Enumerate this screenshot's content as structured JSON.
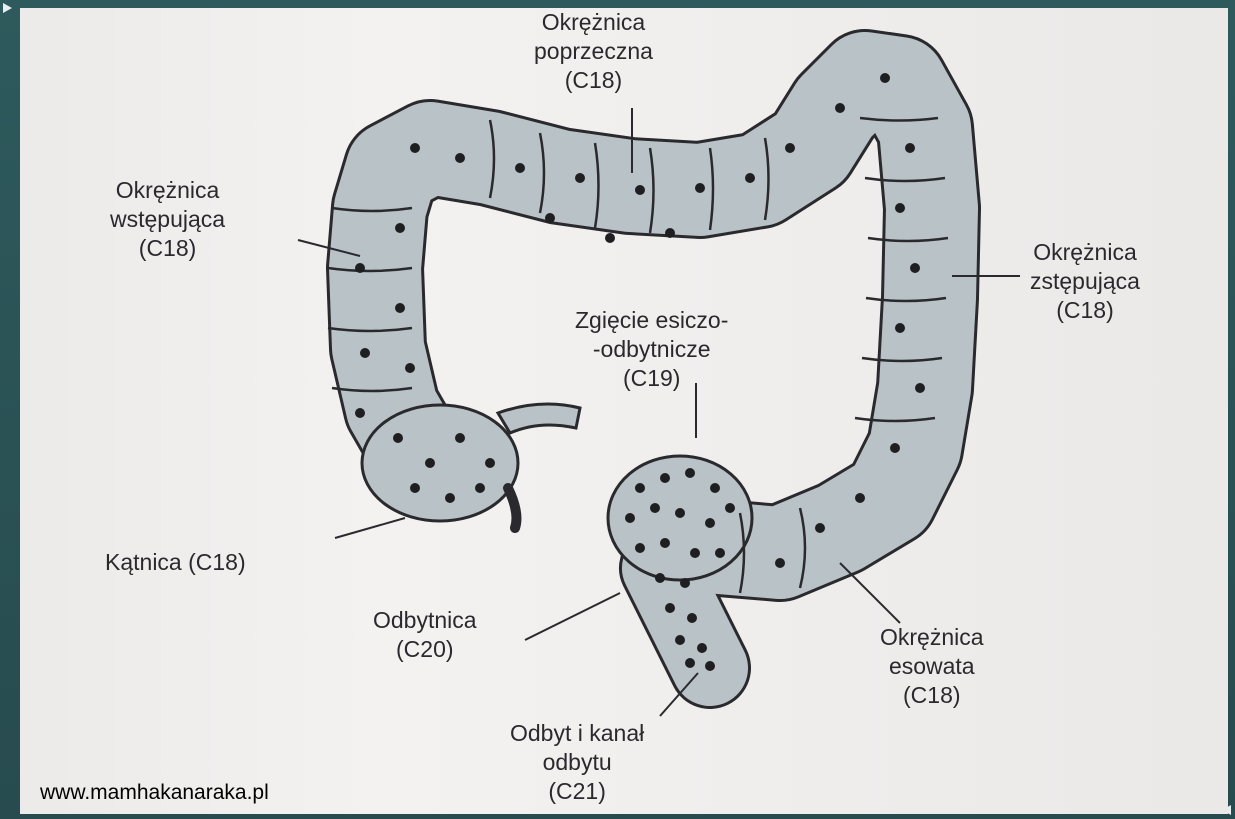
{
  "labels": {
    "transverse": [
      "Okrężnica",
      "poprzeczna",
      "(C18)"
    ],
    "ascending": [
      "Okrężnica",
      "wstępująca",
      "(C18)"
    ],
    "descending": [
      "Okrężnica",
      "zstępująca",
      "(C18)"
    ],
    "rectosigmoid": [
      "Zgięcie esiczo-",
      "-odbytnicze",
      "(C19)"
    ],
    "caecum": [
      "Kątnica (C18)"
    ],
    "rectum": [
      "Odbytnica",
      "(C20)"
    ],
    "sigmoid": [
      "Okrężnica",
      "esowata",
      "(C18)"
    ],
    "anus": [
      "Odbyt i kanał",
      "odbytu",
      "(C21)"
    ]
  },
  "watermark": "www.mamhakanaraka.pl",
  "colors": {
    "slide_background": "#2b5457",
    "paper": "#f4f2f1",
    "colon_fill": "#b9c3c7",
    "outline": "#2a2a2e",
    "dots": "#1f1f22"
  }
}
